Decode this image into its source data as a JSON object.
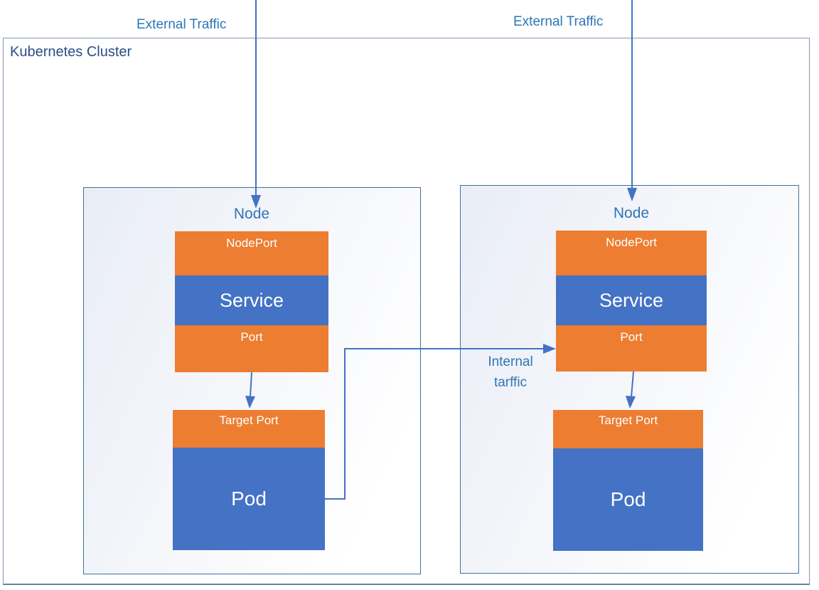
{
  "diagram": {
    "cluster_label": "Kubernetes Cluster",
    "external_traffic": {
      "left_label": "External Traffic",
      "right_label": "External Traffic"
    },
    "internal_traffic": {
      "line1": "Internal",
      "line2": "tarffic"
    },
    "nodes": [
      {
        "title": "Node",
        "layers": {
          "nodeport": "NodePort",
          "service": "Service",
          "port": "Port",
          "target_port": "Target Port",
          "pod": "Pod"
        }
      },
      {
        "title": "Node",
        "layers": {
          "nodeport": "NodePort",
          "service": "Service",
          "port": "Port",
          "target_port": "Target Port",
          "pod": "Pod"
        }
      }
    ]
  },
  "colors": {
    "orange": "#ED7D31",
    "blue": "#4472C4",
    "line": "#4472C4",
    "label-blue": "#2E75B6",
    "cluster-title": "#2B4D85",
    "node-border": "#41719C",
    "cluster-border": "#8497B0"
  }
}
